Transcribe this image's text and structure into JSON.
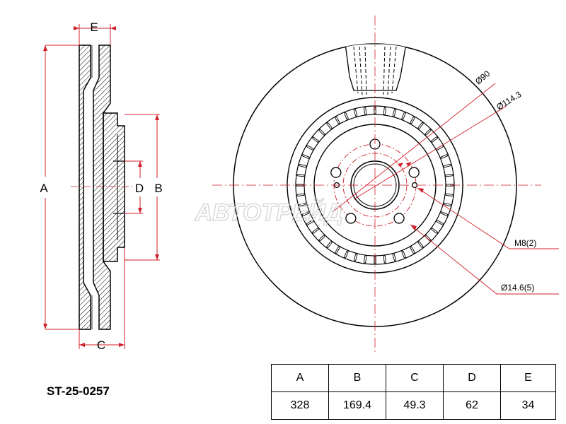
{
  "part_number": "ST-25-0257",
  "watermark": "АВТОТРЕЙД",
  "side_view": {
    "label_a": "A",
    "label_b": "B",
    "label_c": "C",
    "label_d": "D",
    "label_e": "E"
  },
  "front_view": {
    "callout_d90": "Ø90",
    "callout_d114": "Ø114.3",
    "callout_m8": "M8(2)",
    "callout_d146": "Ø14.6(5)"
  },
  "spec_table": {
    "headers": [
      "A",
      "B",
      "C",
      "D",
      "E"
    ],
    "values": [
      "328",
      "169.4",
      "49.3",
      "62",
      "34"
    ]
  },
  "colors": {
    "line": "#000000",
    "dimension": "#d0202a",
    "hatch": "#000000",
    "watermark": "#d9d9d9"
  }
}
